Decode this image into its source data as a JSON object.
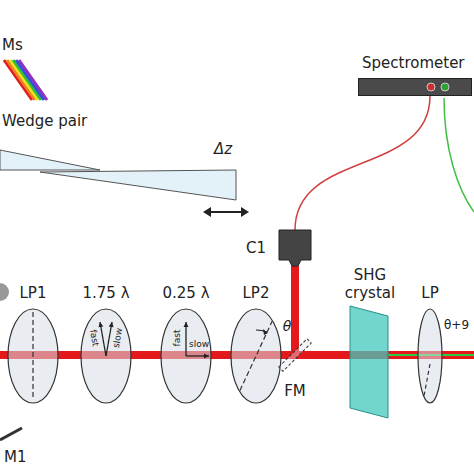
{
  "diagram": {
    "nodes": [
      {
        "text": [
          "Spectrometer"
        ]
      },
      {
        "text": [
          "C1"
        ]
      },
      {
        "text": [
          "LP1"
        ]
      },
      {
        "text": [
          "1.75 λ",
          "fast",
          "slow"
        ]
      },
      {
        "text": [
          "0.25 λ",
          "fast",
          "slow"
        ]
      },
      {
        "text": [
          "LP2",
          "θ"
        ]
      },
      {
        "text": [
          "FM"
        ]
      },
      {
        "text": [
          "SHG crystal"
        ]
      },
      {
        "text": [
          "LP",
          "θ+9"
        ]
      }
    ],
    "edges": [
      {
        "from": 1,
        "to": 0,
        "arrow": "none"
      }
    ],
    "labels": [
      "Ms",
      "Wedge pair",
      "Δz",
      "M1"
    ]
  }
}
